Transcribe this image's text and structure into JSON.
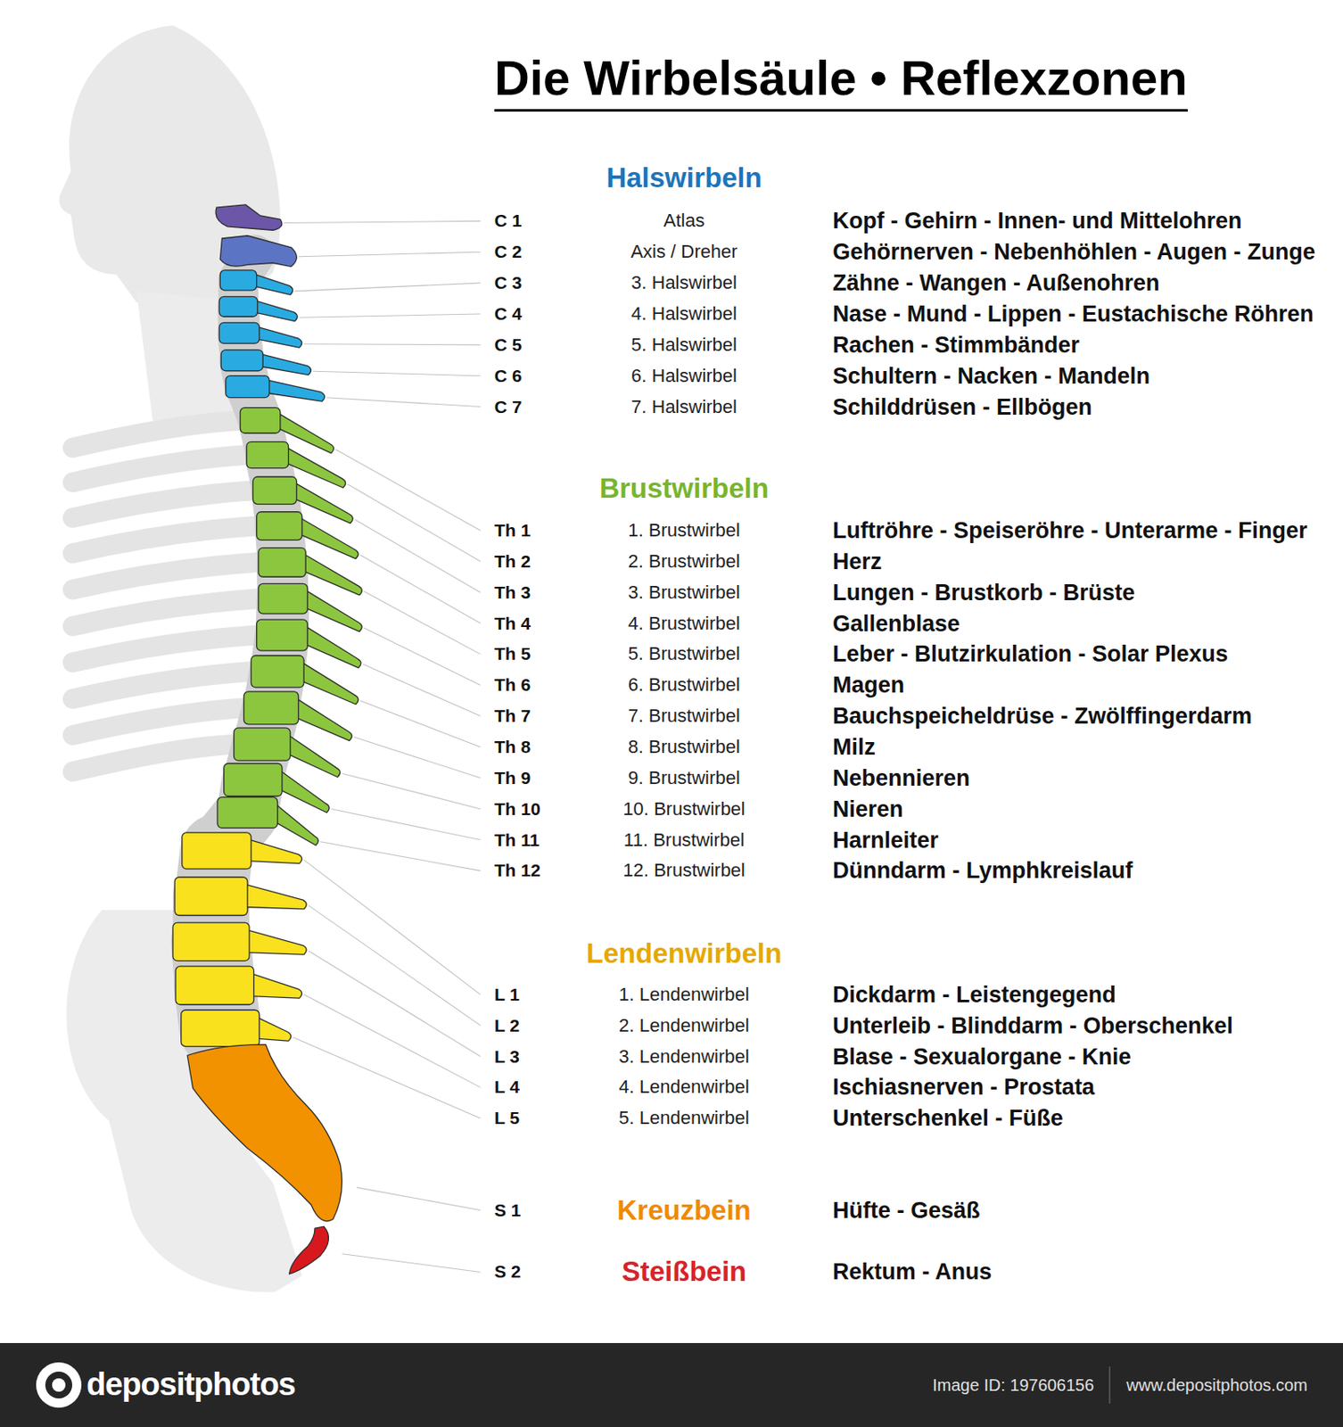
{
  "diagram": {
    "title": "Die Wirbelsäule • Reflexzonen",
    "nodes": [
      {
        "text": [
          "depositphotos",
          "Image ID: 197606156",
          "www.depositphotos.com"
        ]
      }
    ],
    "labels": [
      "Halswirbeln",
      "C 1",
      "Atlas",
      "Kopf - Gehirn - Innen- und Mittelohren",
      "C 2",
      "Axis / Dreher",
      "Gehörnerven - Nebenhöhlen - Augen - Zunge",
      "C 3",
      "3. Halswirbel",
      "Zähne - Wangen - Außenohren",
      "C 4",
      "4. Halswirbel",
      "Nase - Mund - Lippen - Eustachische Röhren",
      "C 5",
      "5. Halswirbel",
      "Rachen - Stimmbänder",
      "C 6",
      "6. Halswirbel",
      "Schultern - Nacken - Mandeln",
      "C 7",
      "7. Halswirbel",
      "Schilddrüsen - Ellbögen",
      "Brustwirbeln",
      "Th 1",
      "1. Brustwirbel",
      "Luftröhre - Speiseröhre - Unterarme - Finger",
      "Th 2",
      "2. Brustwirbel",
      "Herz",
      "Th 3",
      "3. Brustwirbel",
      "Lungen - Brustkorb - Brüste",
      "Th 4",
      "4. Brustwirbel",
      "Gallenblase",
      "Th 5",
      "5. Brustwirbel",
      "Leber - Blutzirkulation - Solar Plexus",
      "Th 6",
      "6. Brustwirbel",
      "Magen",
      "Th 7",
      "7. Brustwirbel",
      "Bauchspeicheldrüse - Zwölffingerdarm",
      "Th 8",
      "8. Brustwirbel",
      "Milz",
      "Th 9",
      "9. Brustwirbel",
      "Nebennieren",
      "Th 10",
      "10. Brustwirbel",
      "Nieren",
      "Th 11",
      "11. Brustwirbel",
      "Harnleiter",
      "Th 12",
      "12. Brustwirbel",
      "Dünndarm - Lymphkreislauf",
      "Lendenwirbeln",
      "L 1",
      "1. Lendenwirbel",
      "Dickdarm - Leistengegend",
      "L 2",
      "2. Lendenwirbel",
      "Unterleib - Blinddarm - Oberschenkel",
      "L 3",
      "3. Lendenwirbel",
      "Blase - Sexualorgane - Knie",
      "L 4",
      "4. Lendenwirbel",
      "Ischiasnerven - Prostata",
      "L 5",
      "5. Lendenwirbel",
      "Unterschenkel - Füße",
      "S 1",
      "Kreuzbein",
      "Hüfte - Gesäß",
      "S 2",
      "Steißbein",
      "Rektum - Anus"
    ]
  }
}
